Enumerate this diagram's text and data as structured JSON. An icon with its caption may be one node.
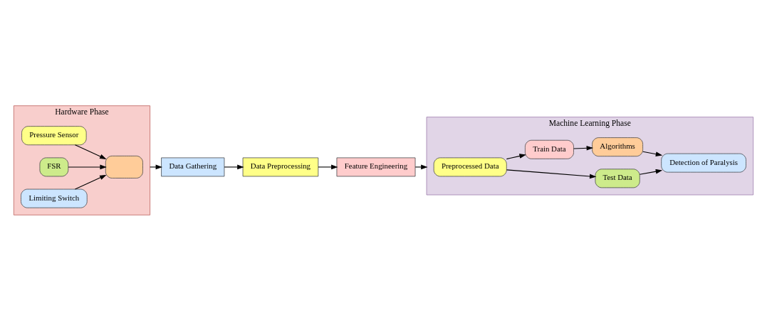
{
  "diagram": {
    "nodes": [
      {
        "text": [
          "Hardware Phase"
        ]
      },
      {
        "text": [
          "Pressure Sensor"
        ],
        "in": 0
      },
      {
        "text": [
          "FSR"
        ],
        "in": 0
      },
      {
        "text": [],
        "shape": "box",
        "in": 0
      },
      {
        "text": [
          "Limiting Switch"
        ],
        "in": 0
      },
      {
        "text": [
          "Data Gathering"
        ]
      },
      {
        "text": [
          "Data Preprocessing"
        ]
      },
      {
        "text": [
          "Feature Engineering"
        ]
      },
      {
        "text": [
          "Machine Learning Phase"
        ]
      },
      {
        "text": [
          "Preprocessed Data"
        ],
        "in": 8
      },
      {
        "text": [
          "Test Data"
        ],
        "in": 8
      },
      {
        "text": [
          "Train Data"
        ],
        "in": 8
      },
      {
        "text": [
          "Algorithms"
        ],
        "in": 8
      },
      {
        "text": [
          "Detection of Paralysis"
        ],
        "in": 8
      }
    ],
    "edges": [
      {
        "from": 1,
        "to": 3,
        "arrow": "to"
      },
      {
        "from": 2,
        "to": 3,
        "arrow": "to"
      },
      {
        "from": 4,
        "to": 3,
        "arrow": "to"
      },
      {
        "from": 0,
        "to": 5,
        "arrow": "to"
      },
      {
        "from": 5,
        "to": 6,
        "arrow": "to"
      },
      {
        "from": 6,
        "to": 7,
        "arrow": "to"
      },
      {
        "from": 7,
        "to": 8,
        "arrow": "to"
      },
      {
        "from": 9,
        "to": 10,
        "arrow": "to"
      },
      {
        "from": 9,
        "to": 11,
        "arrow": "to"
      },
      {
        "from": 11,
        "to": 12,
        "arrow": "to"
      },
      {
        "from": 12,
        "to": 13,
        "arrow": "to"
      },
      {
        "from": 10,
        "to": 13,
        "arrow": "to"
      }
    ]
  }
}
